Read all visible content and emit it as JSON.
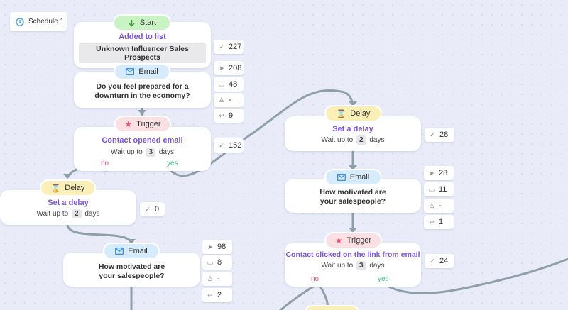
{
  "schedule": {
    "label": "Schedule 1"
  },
  "labels": {
    "start": "Start",
    "email": "Email",
    "trigger": "Trigger",
    "delay": "Delay",
    "no": "no",
    "yes": "yes",
    "wait_prefix": "Wait up to",
    "days": "days"
  },
  "start_node": {
    "title": "Added to list",
    "list_name": "Unknown Influencer Sales Prospects",
    "count": "227"
  },
  "email1": {
    "subject": "Do you feel prepared for a downturn in the economy?",
    "sent": "208",
    "opened": "48",
    "clicked": "-",
    "replied": "9"
  },
  "trigger1": {
    "title": "Contact opened email",
    "wait": "3",
    "count": "152"
  },
  "delay_left": {
    "title": "Set a delay",
    "wait": "2",
    "count": "0"
  },
  "email_left": {
    "subject": "How motivated are your salespeople?",
    "sent": "98",
    "opened": "8",
    "clicked": "-",
    "replied": "2"
  },
  "delay_right": {
    "title": "Set a delay",
    "wait": "2",
    "count": "28"
  },
  "email_right": {
    "subject": "How motivated are your salespeople?",
    "sent": "28",
    "opened": "11",
    "clicked": "-",
    "replied": "1"
  },
  "trigger_right": {
    "title": "Contact clicked on the link from email",
    "wait": "3",
    "count": "24"
  },
  "colors": {
    "accent": "#7b54d8",
    "no": "#e8557a",
    "yes": "#3fbe82",
    "link": "#8e9fab"
  }
}
